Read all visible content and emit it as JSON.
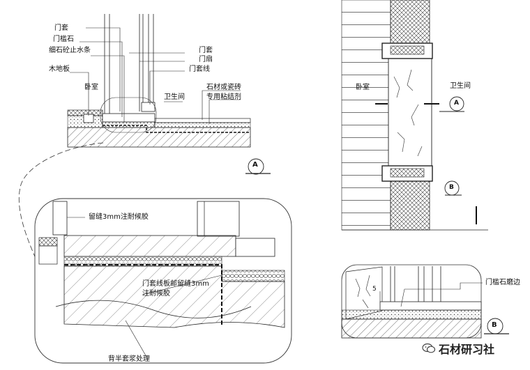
{
  "detail_a_section": {
    "labels": {
      "door_casing": "门套",
      "threshold_stone": "门槛石",
      "waterstop_strip": "细石砼止水条",
      "wood_floor": "木地板",
      "bedroom": "卧室",
      "door_casing_2": "门套",
      "door_leaf": "门扇",
      "casing_trim": "门套线",
      "bathroom": "卫生间",
      "stone_or_tile": "石材或瓷砖",
      "adhesive": "专用粘结剂"
    },
    "section_marker": "A"
  },
  "detail_a_zoom": {
    "gap_note": "留缝3mm注耐候胶",
    "casing_note_line1": "门套线板邮留缝3mm",
    "casing_note_line2": "注耐候胶",
    "back_treatment": "背半套浆处理"
  },
  "plan_view": {
    "bedroom": "卧室",
    "bathroom": "卫生间",
    "marker_a": "A",
    "marker_b": "B"
  },
  "detail_b": {
    "label": "门槛石磨边",
    "dim": "5",
    "section_marker": "B"
  },
  "watermark": {
    "text": "石材研习社"
  }
}
